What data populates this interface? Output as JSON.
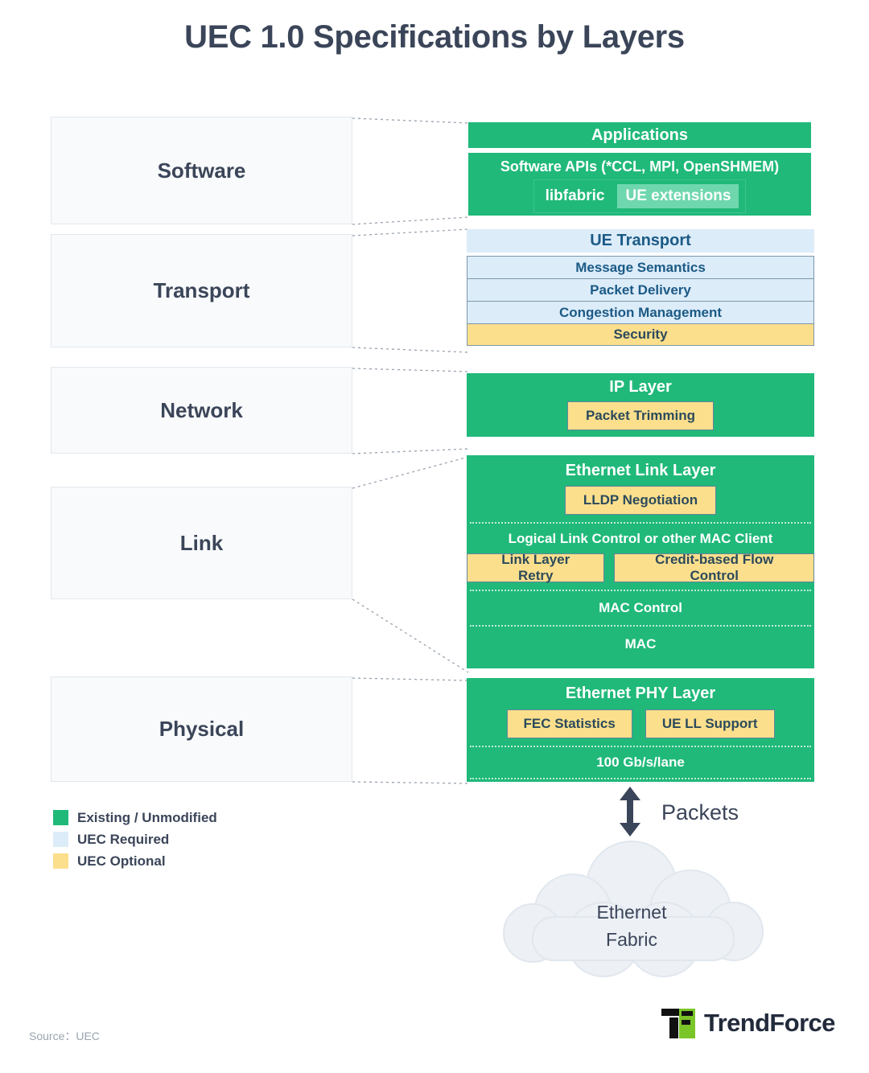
{
  "title": "UEC 1.0 Specifications by Layers",
  "colors": {
    "existing_green": "#20b97a",
    "uec_required_blue": "#dcecf9",
    "uec_optional_yellow": "#fbdf8c",
    "text_dark": "#3b4559",
    "accent_light_green": "#6fd7ae"
  },
  "layers": [
    {
      "name": "Software"
    },
    {
      "name": "Transport"
    },
    {
      "name": "Network"
    },
    {
      "name": "Link"
    },
    {
      "name": "Physical"
    }
  ],
  "stack": {
    "software": {
      "applications": "Applications",
      "apis": "Software APIs (*CCL, MPI, OpenSHMEM)",
      "libfabric": "libfabric",
      "ue_extensions": "UE extensions"
    },
    "transport": {
      "header": "UE Transport",
      "rows": [
        "Message Semantics",
        "Packet Delivery",
        "Congestion Management"
      ],
      "security": "Security"
    },
    "network": {
      "header": "IP Layer",
      "packet_trimming": "Packet Trimming"
    },
    "link": {
      "header": "Ethernet Link Layer",
      "lldp": "LLDP Negotiation",
      "llc": "Logical Link Control or other MAC Client",
      "link_layer_retry": "Link Layer Retry",
      "credit_flow": "Credit-based Flow Control",
      "mac_control": "MAC Control",
      "mac": "MAC"
    },
    "physical": {
      "header": "Ethernet PHY Layer",
      "fec": "FEC Statistics",
      "ue_ll": "UE LL Support",
      "rate": "100 Gb/s/lane"
    }
  },
  "legend": [
    {
      "label": "Existing / Unmodified",
      "color": "#20b97a"
    },
    {
      "label": "UEC Required",
      "color": "#dcecf9"
    },
    {
      "label": "UEC Optional",
      "color": "#fbdf8c"
    }
  ],
  "fabric": {
    "packets": "Packets",
    "cloud_line1": "Ethernet",
    "cloud_line2": "Fabric"
  },
  "footer": {
    "source": "Source：UEC",
    "brand": "TrendForce"
  }
}
